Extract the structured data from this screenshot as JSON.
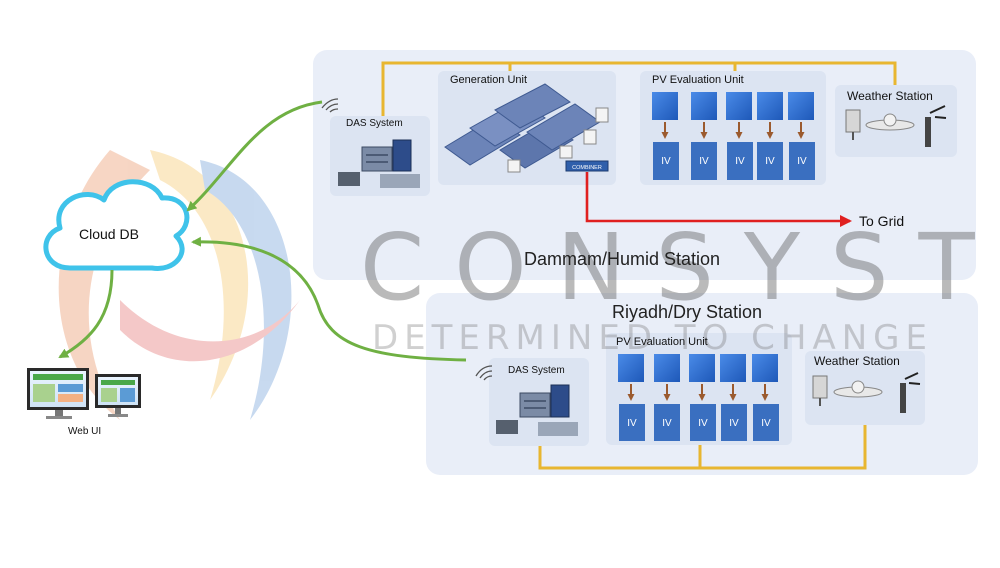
{
  "cloud": {
    "label": "Cloud DB"
  },
  "web_ui": {
    "label": "Web UI"
  },
  "dammam": {
    "title": "Dammam/Humid Station",
    "das_label": "DAS System",
    "generation_label": "Generation Unit",
    "combiner_label": "COMBINER",
    "pv_label": "PV Evaluation Unit",
    "iv_labels": [
      "IV",
      "IV",
      "IV",
      "IV",
      "IV"
    ],
    "weather_label": "Weather Station",
    "grid_label": "To Grid"
  },
  "riyadh": {
    "title": "Riyadh/Dry Station",
    "das_label": "DAS System",
    "pv_label": "PV Evaluation Unit",
    "iv_labels": [
      "IV",
      "IV",
      "IV",
      "IV",
      "IV"
    ],
    "weather_label": "Weather Station"
  },
  "watermark": {
    "brand": "CONSYST",
    "tagline": "DETERMINED TO CHANGE"
  },
  "colors": {
    "panel_bg": "#e9eef8",
    "card_bg": "#dce4f2",
    "bus": "#e8b630",
    "grid_arrow": "#e02020",
    "data_arrow": "#6fb043",
    "cloud_stroke": "#3fc3ea",
    "iv_box": "#3a6fc0",
    "pv_cell": "#2f6fd6",
    "iv_arrow": "#9b5a2e"
  }
}
